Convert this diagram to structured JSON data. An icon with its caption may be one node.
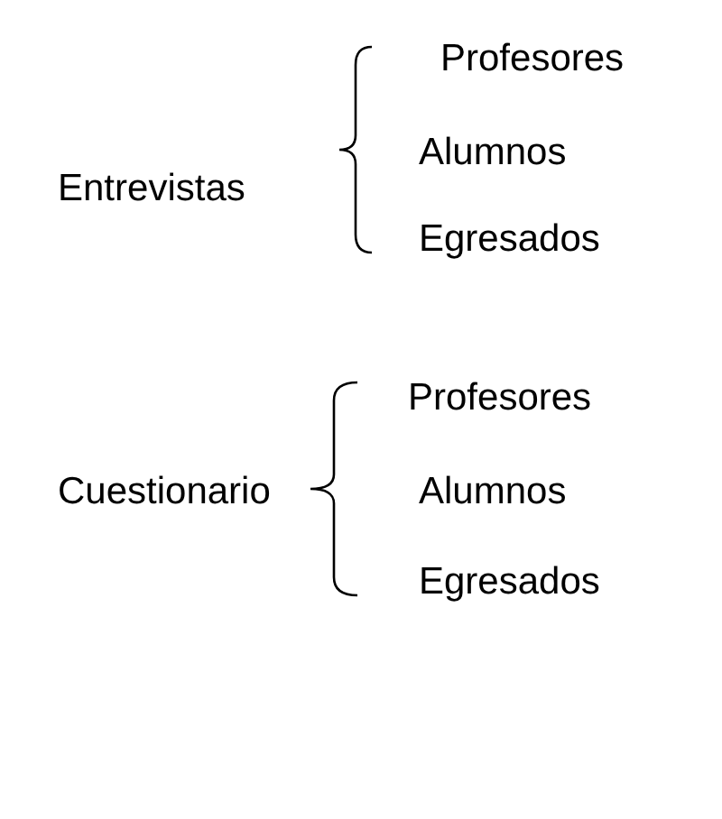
{
  "diagram": {
    "labels": [
      "Entrevistas",
      "Profesores",
      "Alumnos",
      "Egresados",
      "Cuestionario",
      "Profesores",
      "Alumnos",
      "Egresados"
    ]
  }
}
